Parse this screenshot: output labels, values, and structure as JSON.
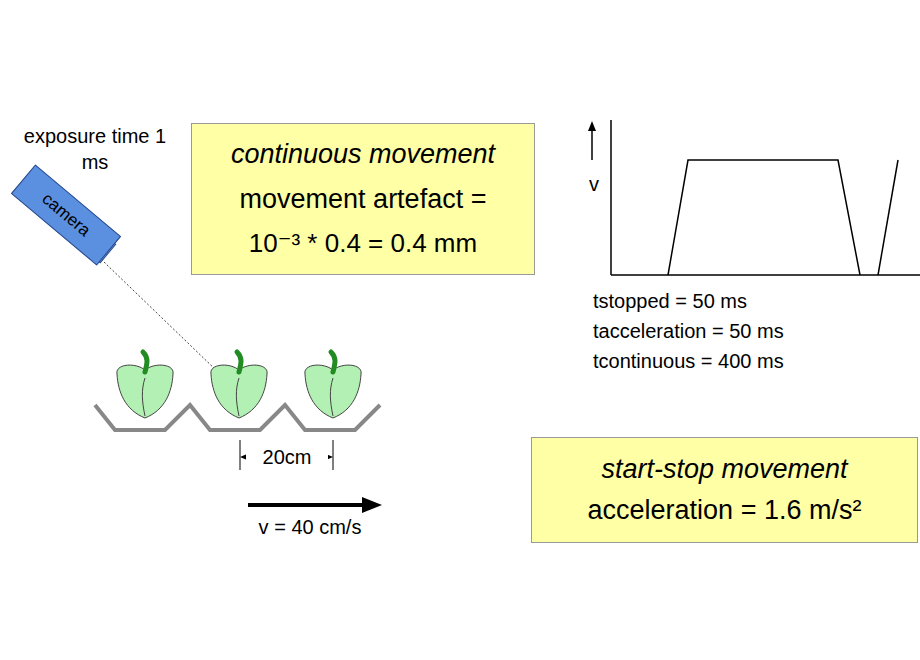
{
  "diagram": {
    "nodes": [
      {
        "text": [
          "camera"
        ]
      },
      {
        "text": [
          "continuous movement",
          "movement artefact =",
          "10⁻³ * 0.4 = 0.4 mm"
        ]
      },
      {
        "text": [
          "start-stop movement",
          "acceleration = 1.6 m/s²"
        ]
      }
    ],
    "labels": [
      "exposure time 1 ms",
      "v",
      "tstopped = 50 ms",
      "tacceleration = 50 ms",
      "tcontinuous = 400 ms",
      "20cm",
      "v = 40 cm/s"
    ]
  }
}
